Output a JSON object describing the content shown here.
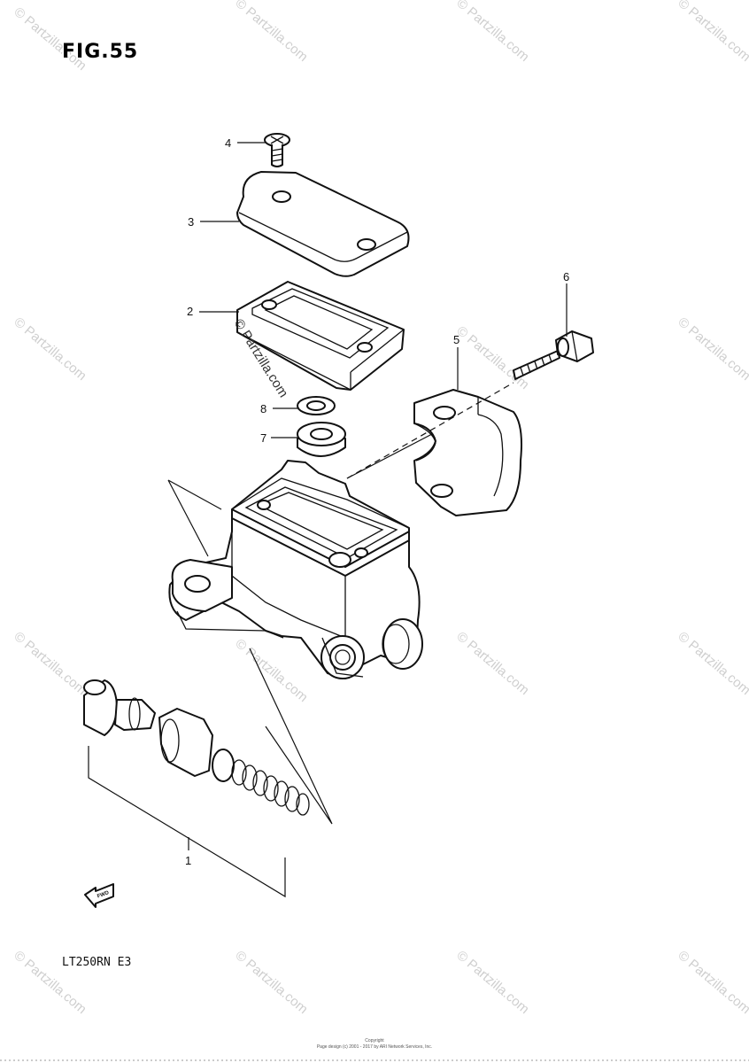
{
  "figure": {
    "title": "FIG.55",
    "model_code": "LT250RN  E3",
    "fwd_label": "FWD"
  },
  "callouts": [
    {
      "number": "1",
      "part": "piston-kit"
    },
    {
      "number": "2",
      "part": "diaphragm"
    },
    {
      "number": "3",
      "part": "reservoir-cap"
    },
    {
      "number": "4",
      "part": "cap-screw"
    },
    {
      "number": "5",
      "part": "handlebar-clamp"
    },
    {
      "number": "6",
      "part": "clamp-bolt"
    },
    {
      "number": "7",
      "part": "rubber-boot"
    },
    {
      "number": "8",
      "part": "washer"
    }
  ],
  "watermark": {
    "text": "© Partzilla.com",
    "inline_text": "© Partzilla.com"
  },
  "footer": {
    "line1": "Copyright",
    "line2": "Page design (c) 2001 - 2017 by ARI Network Services, Inc."
  }
}
